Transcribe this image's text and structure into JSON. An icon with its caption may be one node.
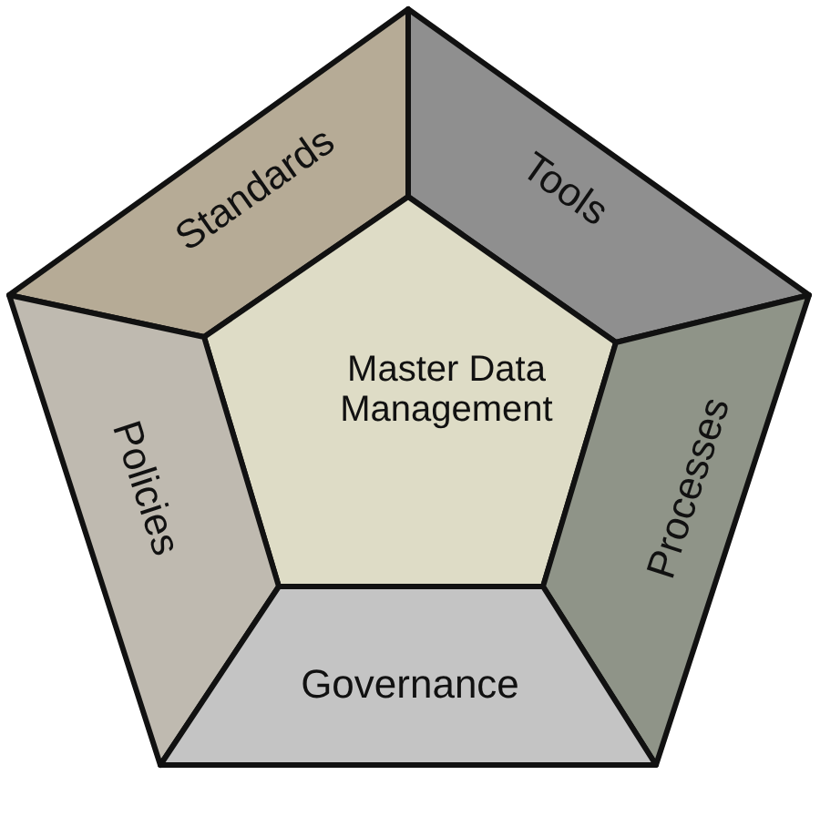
{
  "diagram": {
    "nodes": [
      {
        "text": [
          "Standards"
        ]
      },
      {
        "text": [
          "Tools"
        ]
      },
      {
        "text": [
          "Master Data Management"
        ]
      },
      {
        "text": [
          "Policies"
        ]
      },
      {
        "text": [
          "Processes"
        ]
      },
      {
        "text": [
          "Governance"
        ]
      }
    ]
  }
}
